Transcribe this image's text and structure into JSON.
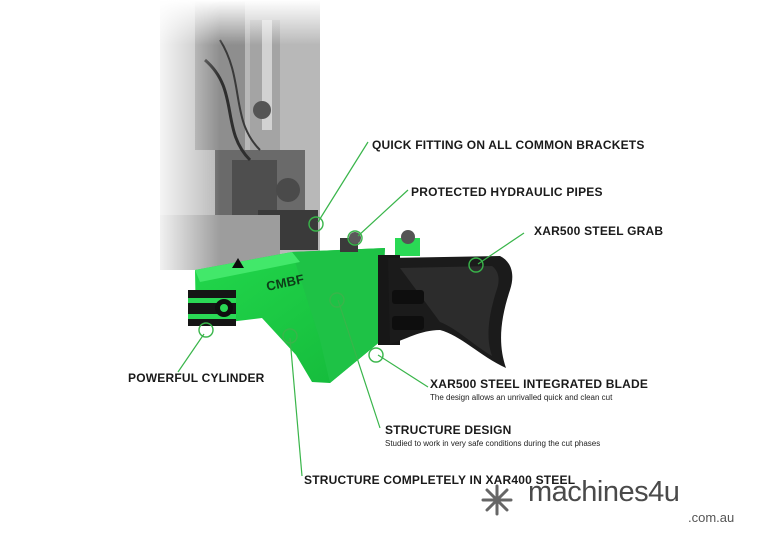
{
  "callouts": {
    "quick_fitting": "QUICK FITTING ON ALL COMMON BRACKETS",
    "hydraulic_pipes": "PROTECTED HYDRAULIC PIPES",
    "steel_grab": "XAR500 STEEL GRAB",
    "cylinder": "POWERFUL CYLINDER",
    "blade": "XAR500 STEEL INTEGRATED BLADE",
    "blade_desc": "The design allows an unrivalled  quick and clean cut",
    "structure": "STRUCTURE DESIGN",
    "structure_desc": "Studied to work in very safe conditions during the cut phases",
    "steel": "STRUCTURE COMPLETELY IN XAR400 STEEL"
  },
  "product": {
    "logo_text": "CMBF"
  },
  "watermark": {
    "name": "machines4u",
    "domain": ".com.au"
  },
  "colors": {
    "body_green": "#1fd34a",
    "leader_green": "#39b54a",
    "grab_black": "#1b1b1b"
  }
}
